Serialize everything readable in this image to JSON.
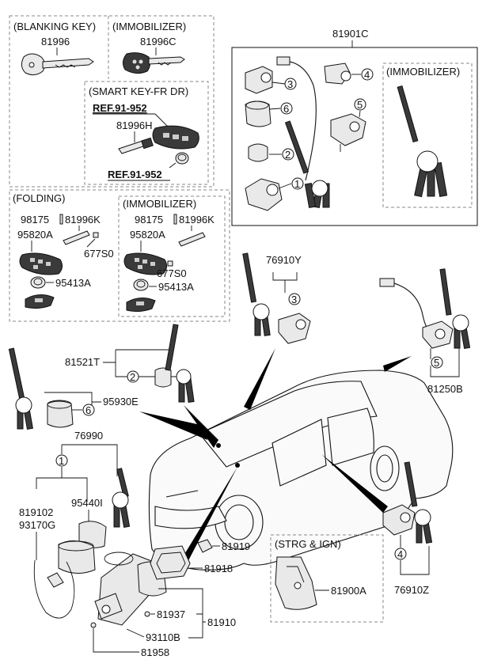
{
  "boxes": {
    "blanking_key": "(BLANKING KEY)",
    "immobilizer_top": "(IMMOBILIZER)",
    "smart_key": "(SMART KEY-FR DR)",
    "folding": "(FOLDING)",
    "immobilizer_folding": "(IMMOBILIZER)",
    "immobilizer_81901c": "(IMMOBILIZER)",
    "strg_ign": "(STRG & IGN)"
  },
  "refs": {
    "ref1": "REF.91-952",
    "ref2": "REF.91-952"
  },
  "parts": {
    "p81996": "81996",
    "p81996c": "81996C",
    "p81996h": "81996H",
    "p81901c": "81901C",
    "p98175a": "98175",
    "p81996k_a": "81996K",
    "p95820a_a": "95820A",
    "p677s0_a": "677S0",
    "p95413a_a": "95413A",
    "p98175b": "98175",
    "p81996k_b": "81996K",
    "p95820a_b": "95820A",
    "p677s0_b": "677S0",
    "p95413a_b": "95413A",
    "p76910y": "76910Y",
    "p81521t": "81521T",
    "p95930e": "95930E",
    "p81250b": "81250B",
    "p76990": "76990",
    "p819102": "819102",
    "p93170g": "93170G",
    "p95440i": "95440I",
    "p81919": "81919",
    "p81918": "81918",
    "p81937": "81937",
    "p81910": "81910",
    "p93110b": "93110B",
    "p81958": "81958",
    "p81900a": "81900A",
    "p76910z": "76910Z"
  },
  "callouts": {
    "c1a": "1",
    "c2a": "2",
    "c3a": "3",
    "c4a": "4",
    "c5a": "5",
    "c6a": "6",
    "c3b": "3",
    "c2b": "2",
    "c6b": "6",
    "c5b": "5",
    "c1b": "1",
    "c4b": "4"
  }
}
